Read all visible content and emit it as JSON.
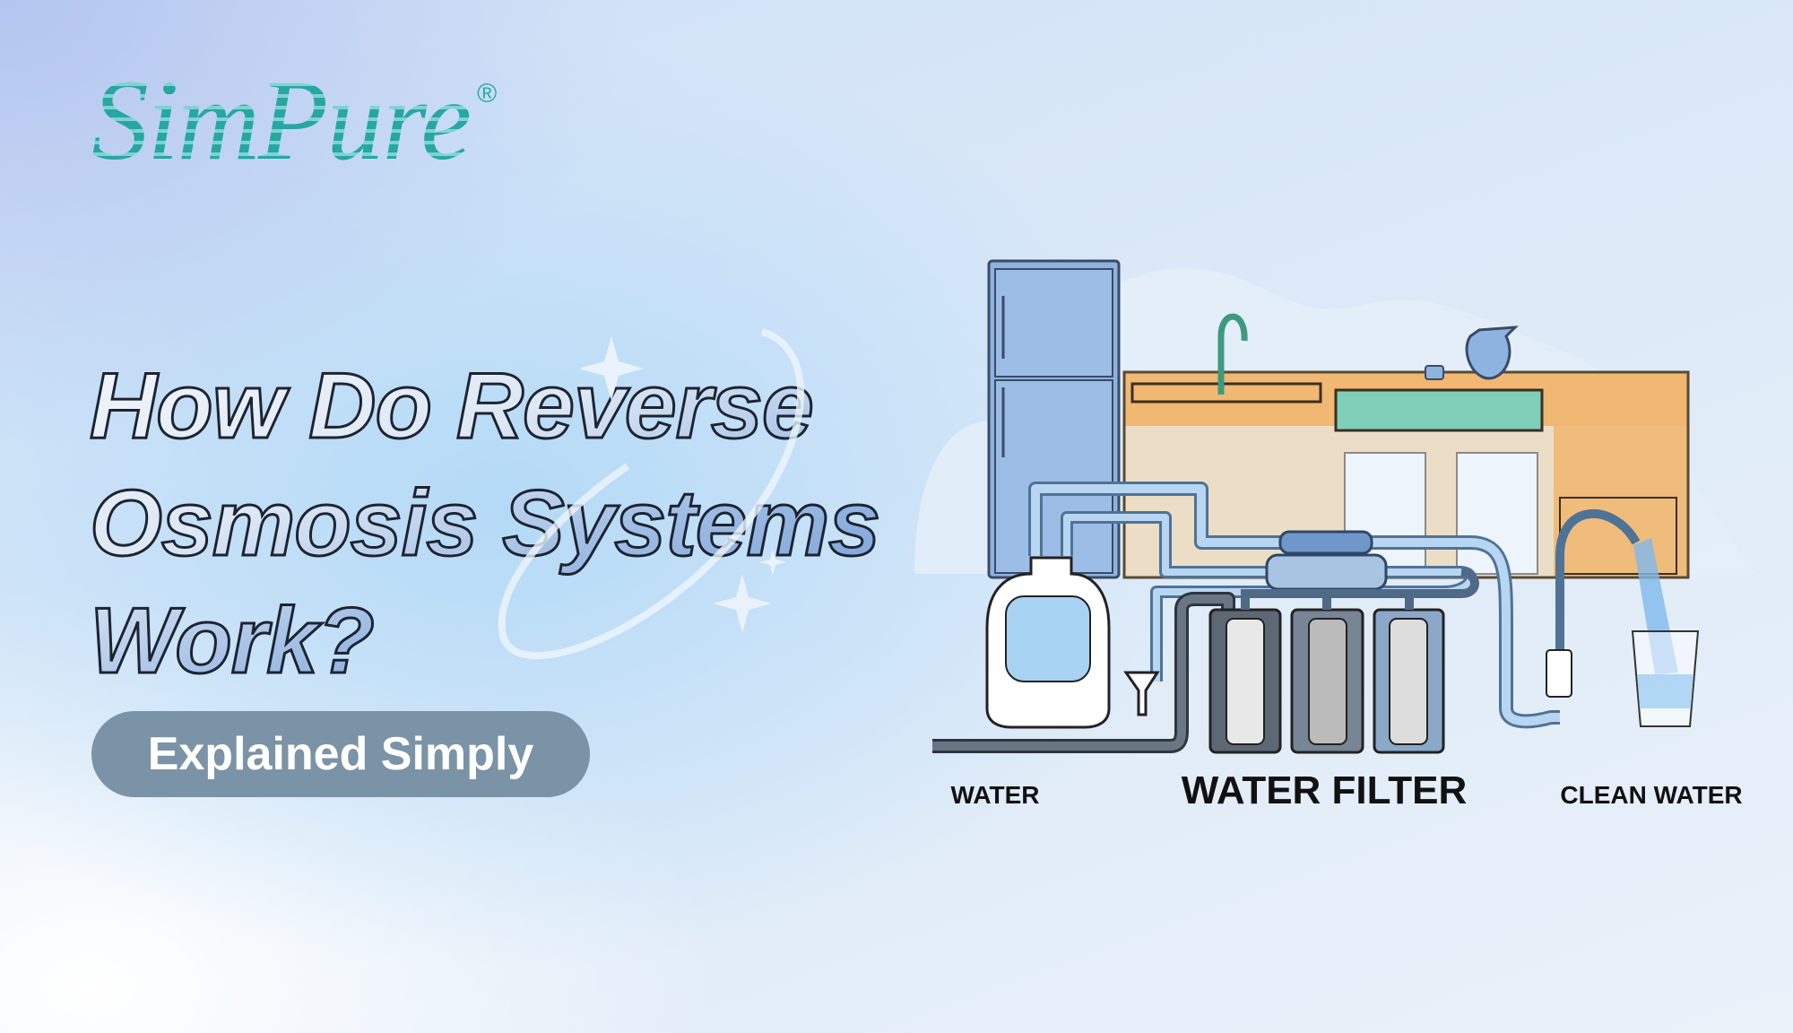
{
  "brand": {
    "logo_text": "SimPure",
    "registered_mark": "®",
    "color": "#27a7a3"
  },
  "hero": {
    "title_lines": [
      "How Do Reverse",
      "Osmosis Systems",
      "Work?"
    ],
    "subtitle_badge": "Explained Simply"
  },
  "illustration": {
    "labels": {
      "water": "WATER",
      "water_filter": "WATER FILTER",
      "clean_water": "CLEAN WATER"
    },
    "colors": {
      "fridge": "#8fb3e0",
      "counter": "#f0b872",
      "drawer": "#7fcfb8",
      "pipe_inlet": "#6b7684",
      "pipe_clean": "#9cc3e8"
    }
  }
}
